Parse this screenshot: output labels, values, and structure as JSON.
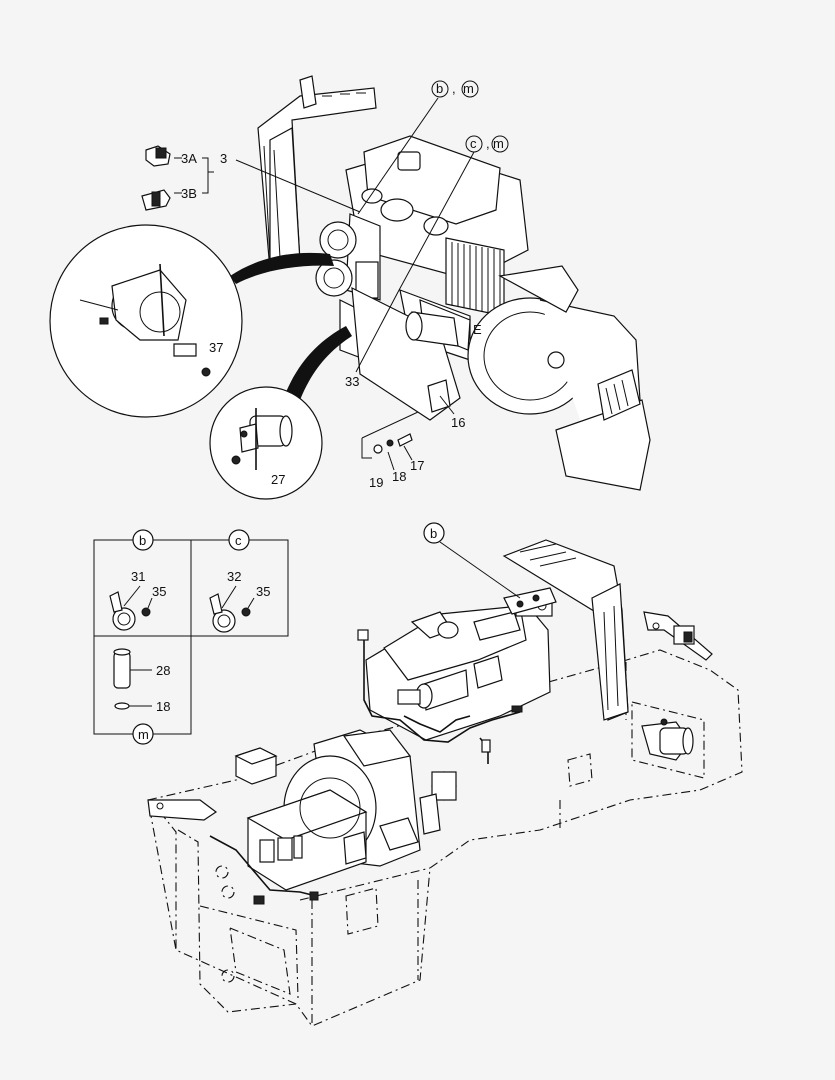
{
  "top": {
    "labels": {
      "b_m_b": "b",
      "b_m_sep": ",",
      "b_m_m": "m",
      "c_m_c": "c",
      "c_m_sep": ",",
      "c_m_m": "m",
      "p3A": "3A",
      "p3": "3",
      "p3B": "3B",
      "p37": "37",
      "p27": "27",
      "p33": "33",
      "p16": "16",
      "p17": "17",
      "p18": "18",
      "p19": "19",
      "pE": "E"
    }
  },
  "bottom": {
    "labels": {
      "b_callout": "b",
      "inset_b": "b",
      "inset_c": "c",
      "inset_m": "m",
      "p31": "31",
      "p35a": "35",
      "p32": "32",
      "p35b": "35",
      "p28": "28",
      "p18": "18"
    }
  }
}
